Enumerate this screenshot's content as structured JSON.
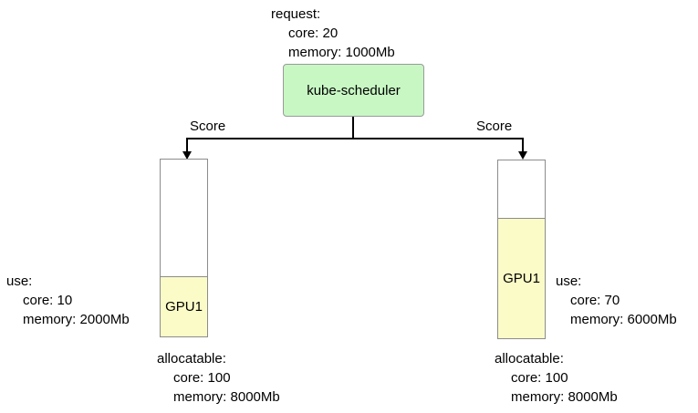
{
  "colors": {
    "background": "#ffffff",
    "scheduler_fill": "#c8f7c4",
    "scheduler_border": "#9a9a9a",
    "node_fill": "#ffffff",
    "node_border": "#8c8c8c",
    "gpu_fill": "#fbfbc8",
    "connector": "#000000",
    "text": "#000000"
  },
  "scheduler": {
    "label": "kube-scheduler",
    "request": {
      "title": "request:",
      "core": "core: 20",
      "memory": "memory: 1000Mb"
    }
  },
  "edges": {
    "left": {
      "label": "Score"
    },
    "right": {
      "label": "Score"
    }
  },
  "nodes": {
    "left": {
      "gpu_label": "GPU1",
      "use": {
        "title": "use:",
        "core": "core: 10",
        "memory": "memory: 2000Mb"
      },
      "allocatable": {
        "title": "allocatable:",
        "core": "core: 100",
        "memory": "memory: 8000Mb"
      }
    },
    "right": {
      "gpu_label": "GPU1",
      "use": {
        "title": "use:",
        "core": "core: 70",
        "memory": "memory: 6000Mb"
      },
      "allocatable": {
        "title": "allocatable:",
        "core": "core: 100",
        "memory": "memory: 8000Mb"
      }
    }
  }
}
